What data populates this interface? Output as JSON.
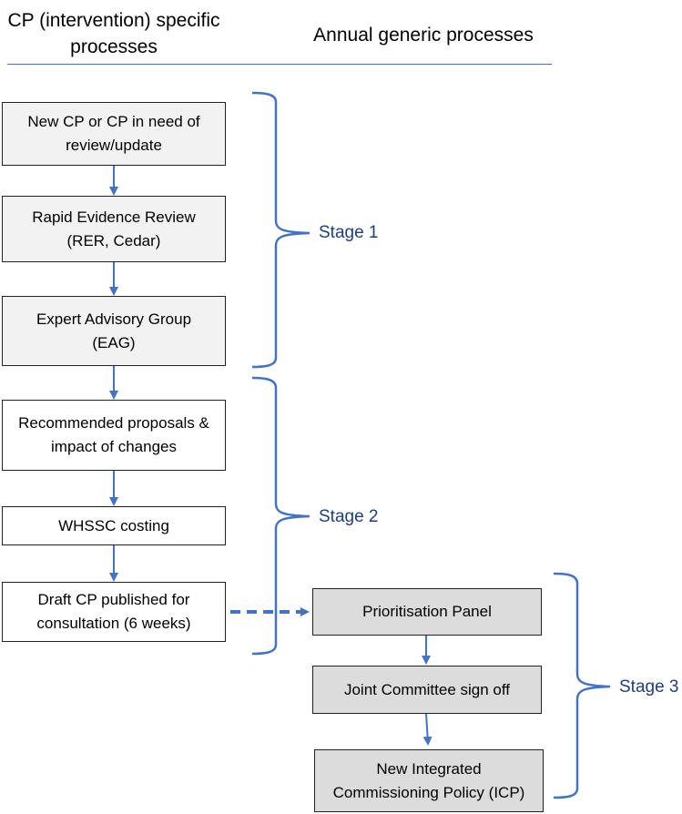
{
  "headers": {
    "left": [
      "CP (intervention) specific",
      "processes"
    ],
    "right": "Annual generic processes"
  },
  "boxes": {
    "new_cp": [
      "New CP or CP in need  of",
      "review/update"
    ],
    "rer": [
      "Rapid Evidence Review",
      "(RER, Cedar)"
    ],
    "eag": [
      "Expert Advisory Group",
      "(EAG)"
    ],
    "proposals": [
      "Recommended proposals &",
      "impact of changes"
    ],
    "costing": [
      "WHSSC costing"
    ],
    "draft_cp": [
      "Draft CP published for",
      "consultation (6 weeks)"
    ],
    "prioritisation": [
      "Prioritisation Panel"
    ],
    "joint_committee": [
      "Joint Committee sign off"
    ],
    "icp": [
      "New Integrated",
      "Commissioning Policy (ICP)"
    ]
  },
  "stages": {
    "stage1": "Stage 1",
    "stage2": "Stage 2",
    "stage3": "Stage 3"
  },
  "colors": {
    "accent": "#4472c4",
    "stage_text": "#1f3f7a",
    "box_light_fill": "#f2f2f2",
    "box_dark_fill": "#dcdcdc"
  }
}
